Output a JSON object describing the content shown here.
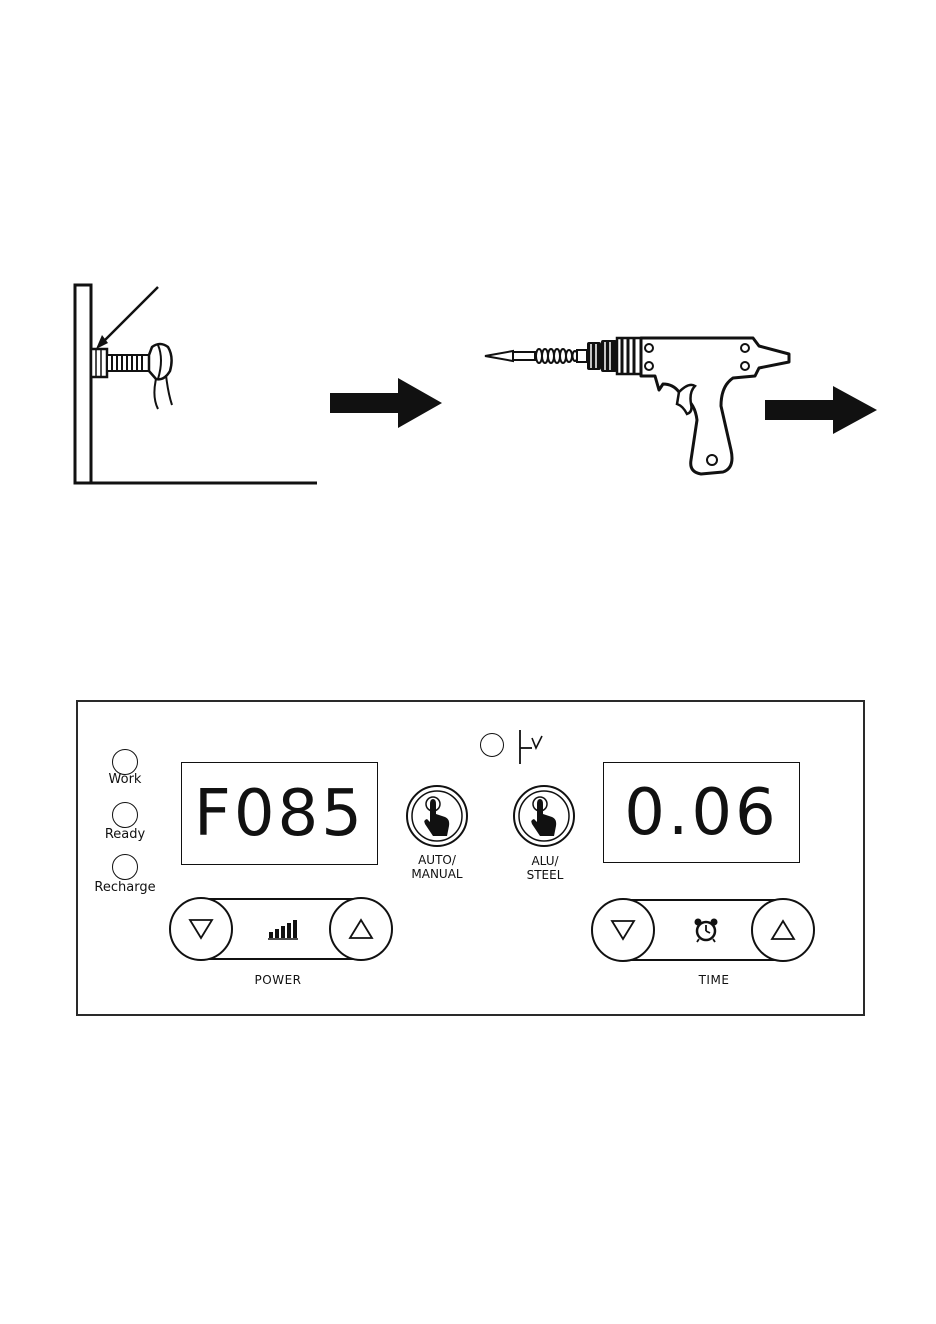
{
  "panel": {
    "indicators": [
      {
        "label": "Work"
      },
      {
        "label": "Ready"
      },
      {
        "label": "Recharge"
      }
    ],
    "power_display": "F085",
    "time_display": "0.06",
    "auto_manual_label": "AUTO/\nMANUAL",
    "alu_steel_label": "ALU/\nSTEEL",
    "power_label": "POWER",
    "time_label": "TIME"
  },
  "icons": {
    "workpiece": "stud-welded-on-sheet-diagram",
    "gun": "stud-welding-gun-icon",
    "step_arrow": "right-arrow-icon",
    "power_level": "signal-bars-icon",
    "timer": "alarm-clock-icon",
    "touch": "finger-press-icon",
    "mode_symbol": "weld-symbol-icon"
  }
}
